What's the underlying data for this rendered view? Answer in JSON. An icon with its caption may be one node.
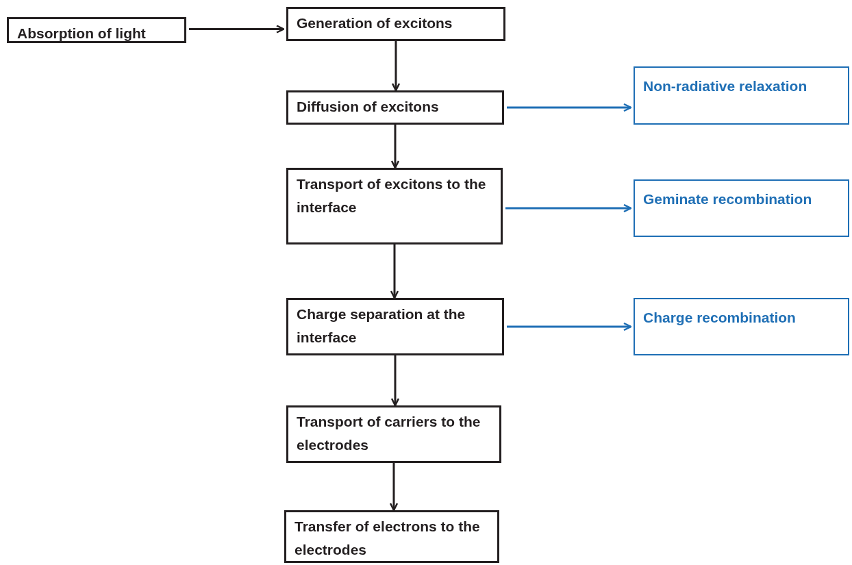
{
  "diagram": {
    "nodes": [
      {
        "text": [
          "Absorption of light"
        ]
      },
      {
        "text": [
          "Generation of excitons"
        ]
      },
      {
        "text": [
          "Diffusion of excitons"
        ]
      },
      {
        "text": [
          "Transport of excitons to the interface"
        ]
      },
      {
        "text": [
          "Charge separation at the interface"
        ]
      },
      {
        "text": [
          "Transport of carriers to the electrodes"
        ]
      },
      {
        "text": [
          "Transfer of electrons to the electrodes"
        ]
      },
      {
        "text": [
          "Non-radiative relaxation"
        ]
      },
      {
        "text": [
          "Geminate recombination"
        ]
      },
      {
        "text": [
          "Charge recombination"
        ]
      }
    ],
    "edges": [
      {
        "from": 0,
        "to": 1,
        "arrow": "to"
      },
      {
        "from": 1,
        "to": 2,
        "arrow": "to"
      },
      {
        "from": 2,
        "to": 3,
        "arrow": "to"
      },
      {
        "from": 3,
        "to": 4,
        "arrow": "to"
      },
      {
        "from": 4,
        "to": 5,
        "arrow": "to"
      },
      {
        "from": 5,
        "to": 6,
        "arrow": "to"
      },
      {
        "from": 2,
        "to": 7,
        "arrow": "to",
        "color": "#1f6fb5"
      },
      {
        "from": 3,
        "to": 8,
        "arrow": "to",
        "color": "#1f6fb5"
      },
      {
        "from": 4,
        "to": 9,
        "arrow": "to",
        "color": "#1f6fb5"
      }
    ]
  }
}
